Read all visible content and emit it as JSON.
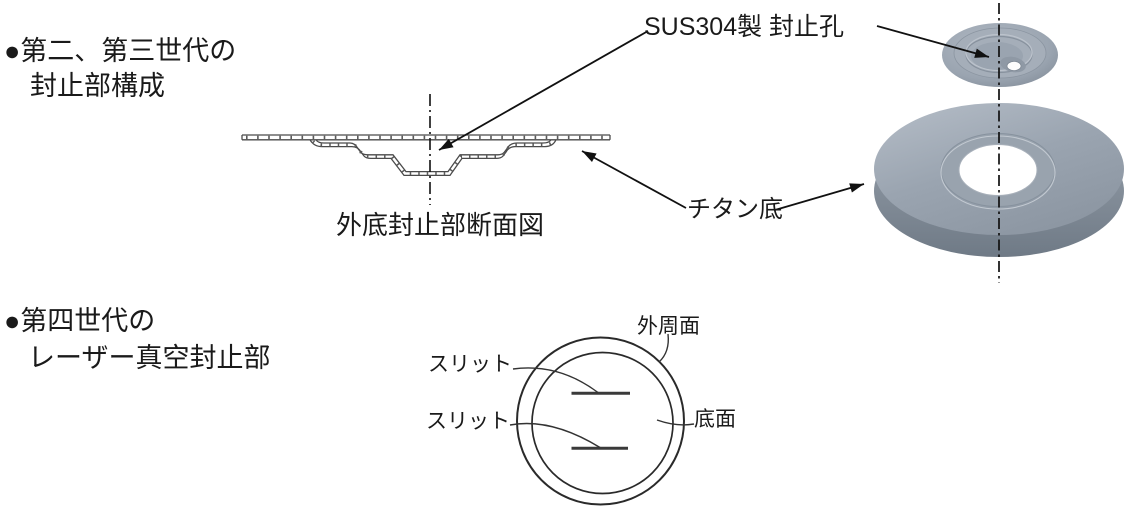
{
  "document": {
    "type": "technical-diagram",
    "background": "#ffffff"
  },
  "sections": {
    "gen23": {
      "heading_line1": "●第二、第三世代の",
      "heading_line2": "封止部構成",
      "cross_section_caption": "外底封止部断面図"
    },
    "gen4": {
      "heading_line1": "●第四世代の",
      "heading_line2": "レーザー真空封止部"
    }
  },
  "callouts": {
    "sus304_seal_hole": "SUS304製 封止孔",
    "titanium_bottom": "チタン底",
    "slit_1": "スリット",
    "slit_2": "スリット",
    "outer_peripheral_surface": "外周面",
    "bottom_surface": "底面"
  },
  "colors": {
    "line": "#1a1a1a",
    "drawing_line": "#444444",
    "disc_body": "#9aa3ae",
    "disc_dark": "#76818d",
    "disc_highlight": "#b6bec8",
    "hole": "#ffffff"
  }
}
